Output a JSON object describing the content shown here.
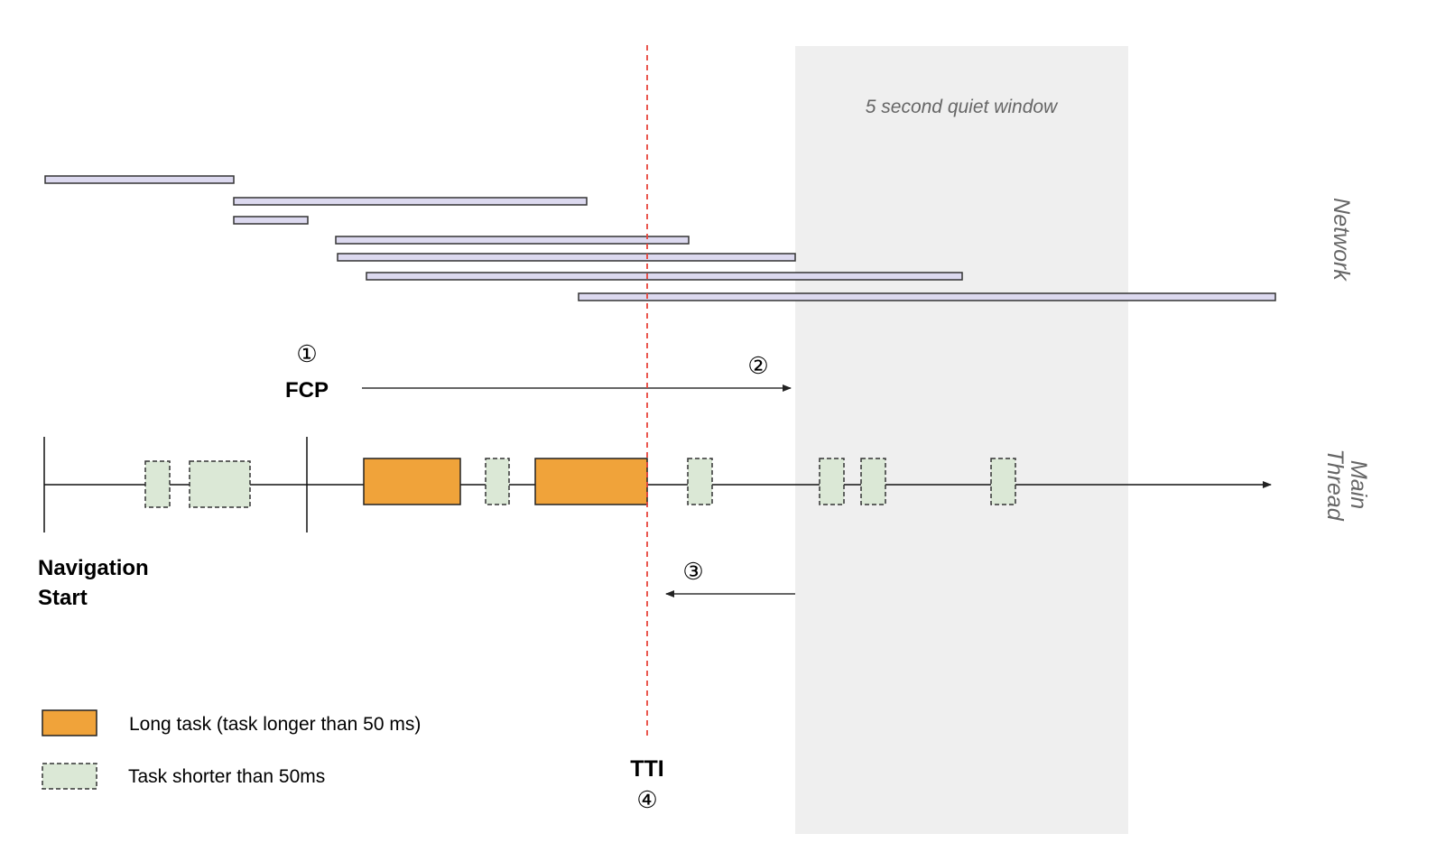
{
  "labels": {
    "quiet_window": "5 second quiet window",
    "network": "Network",
    "main_thread_line1": "Main",
    "main_thread_line2": "Thread",
    "fcp": "FCP",
    "nav_start_line1": "Navigation",
    "nav_start_line2": "Start",
    "tti": "TTI",
    "step1": "①",
    "step2": "②",
    "step3": "③",
    "step4": "④"
  },
  "legend": {
    "long_task": "Long task (task longer than 50 ms)",
    "short_task": "Task shorter than 50ms"
  },
  "colors": {
    "long_task": "#f0a33a",
    "short_task": "#dbe8d6",
    "network_bar": "#dcd9ef",
    "quiet_window": "#efefef",
    "tti_line": "#e8453c"
  }
}
